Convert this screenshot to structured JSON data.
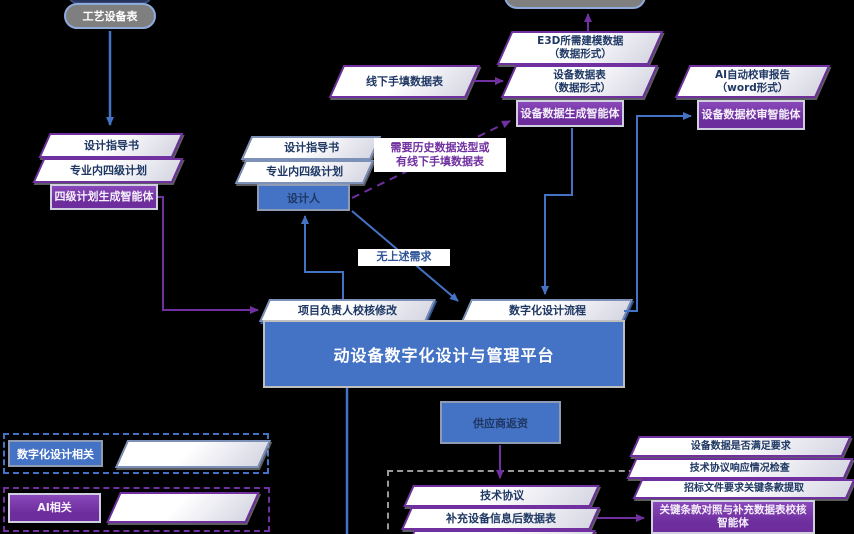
{
  "colors": {
    "background": "#000000",
    "blue_fill": "#4472C4",
    "blue_border": "#8496B0",
    "purple": "#7030A0",
    "gray_node": "#7F7F7F",
    "dark_text": "#1F3864",
    "white": "#FFFFFF"
  },
  "top_left": {
    "source": "工艺设备表",
    "doc1": "设计指导书",
    "doc2": "专业内四级计划",
    "agent": "四级计划生成智能体"
  },
  "top_center": {
    "offline_table": "线下手填数据表",
    "e3d_line1": "E3D所需建模数据",
    "e3d_line2": "（数据形式）",
    "device_table_line1": "设备数据表",
    "device_table_line2": "（数据形式）",
    "agent": "设备数据生成智能体"
  },
  "top_right": {
    "report_line1": "AI自动校审报告",
    "report_line2": "（word形式）",
    "agent": "设备数据校审智能体"
  },
  "middle": {
    "doc1": "设计指导书",
    "doc2": "专业内四级计划",
    "designer": "设计人",
    "cond_yes_line1": "需要历史数据选型或",
    "cond_yes_line2": "有线下手填数据表",
    "cond_no": "无上述需求"
  },
  "platform": {
    "review": "项目负责人校核修改",
    "flow": "数字化设计流程",
    "title": "动设备数字化设计与管理平台"
  },
  "bottom": {
    "supplier": "供应商返资",
    "tech_agreement": "技术协议",
    "supplement_table": "补充设备信息后数据表",
    "check1": "设备数据是否满足要求",
    "check2": "技术协议响应情况检查",
    "check3": "招标文件要求关键条款提取",
    "agent_line1": "关键条款对照与补充数据表校核",
    "agent_line2": "智能体"
  },
  "legend": {
    "digital": "数字化设计相关",
    "ai": "AI相关"
  }
}
